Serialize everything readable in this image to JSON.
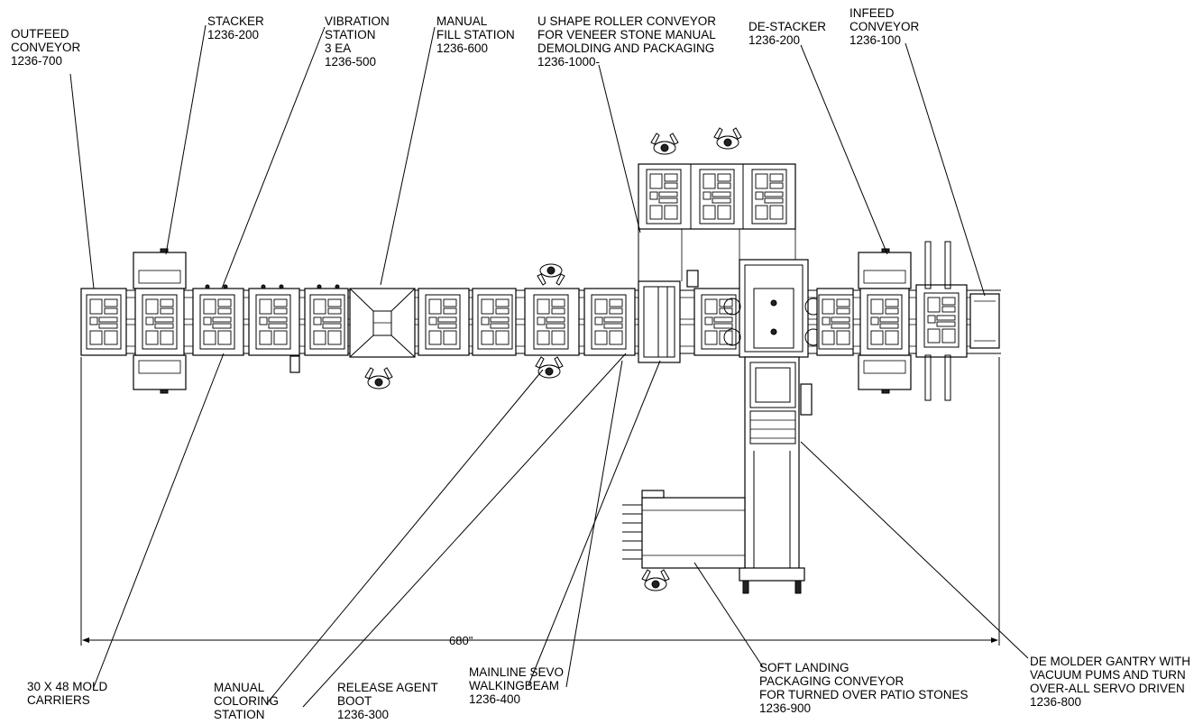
{
  "labels": {
    "outfeed": [
      "OUTFEED",
      "CONVEYOR",
      "1236-700"
    ],
    "stacker": [
      "STACKER",
      "1236-200"
    ],
    "vibration": [
      "VIBRATION",
      "STATION",
      "3 EA",
      "1236-500"
    ],
    "manual_fill": [
      "MANUAL",
      "FILL STATION",
      "1236-600"
    ],
    "u_shape": [
      "U SHAPE ROLLER CONVEYOR",
      "FOR VENEER STONE MANUAL",
      "DEMOLDING AND PACKAGING",
      "1236-1000-"
    ],
    "de_stacker": [
      "DE-STACKER",
      "1236-200"
    ],
    "infeed": [
      "INFEED",
      "CONVEYOR",
      "1236-100"
    ],
    "mold_carriers": [
      "30 X 48 MOLD",
      "CARRIERS"
    ],
    "manual_coloring": [
      "MANUAL",
      "COLORING",
      "STATION"
    ],
    "release_agent": [
      "RELEASE AGENT",
      " BOOT",
      "1236-300"
    ],
    "walkingbeam": [
      "MAINLINE SEVO",
      "WALKINGBEAM",
      "1236-400"
    ],
    "soft_landing": [
      "SOFT LANDING",
      "PACKAGING CONVEYOR",
      "FOR TURNED OVER PATIO STONES",
      "1236-900"
    ],
    "gantry": [
      "DE MOLDER GANTRY WITH",
      "VACUUM PUMS AND TURN",
      "OVER-ALL SERVO DRIVEN",
      "1236-800"
    ]
  },
  "dimension": {
    "text": "680\""
  }
}
